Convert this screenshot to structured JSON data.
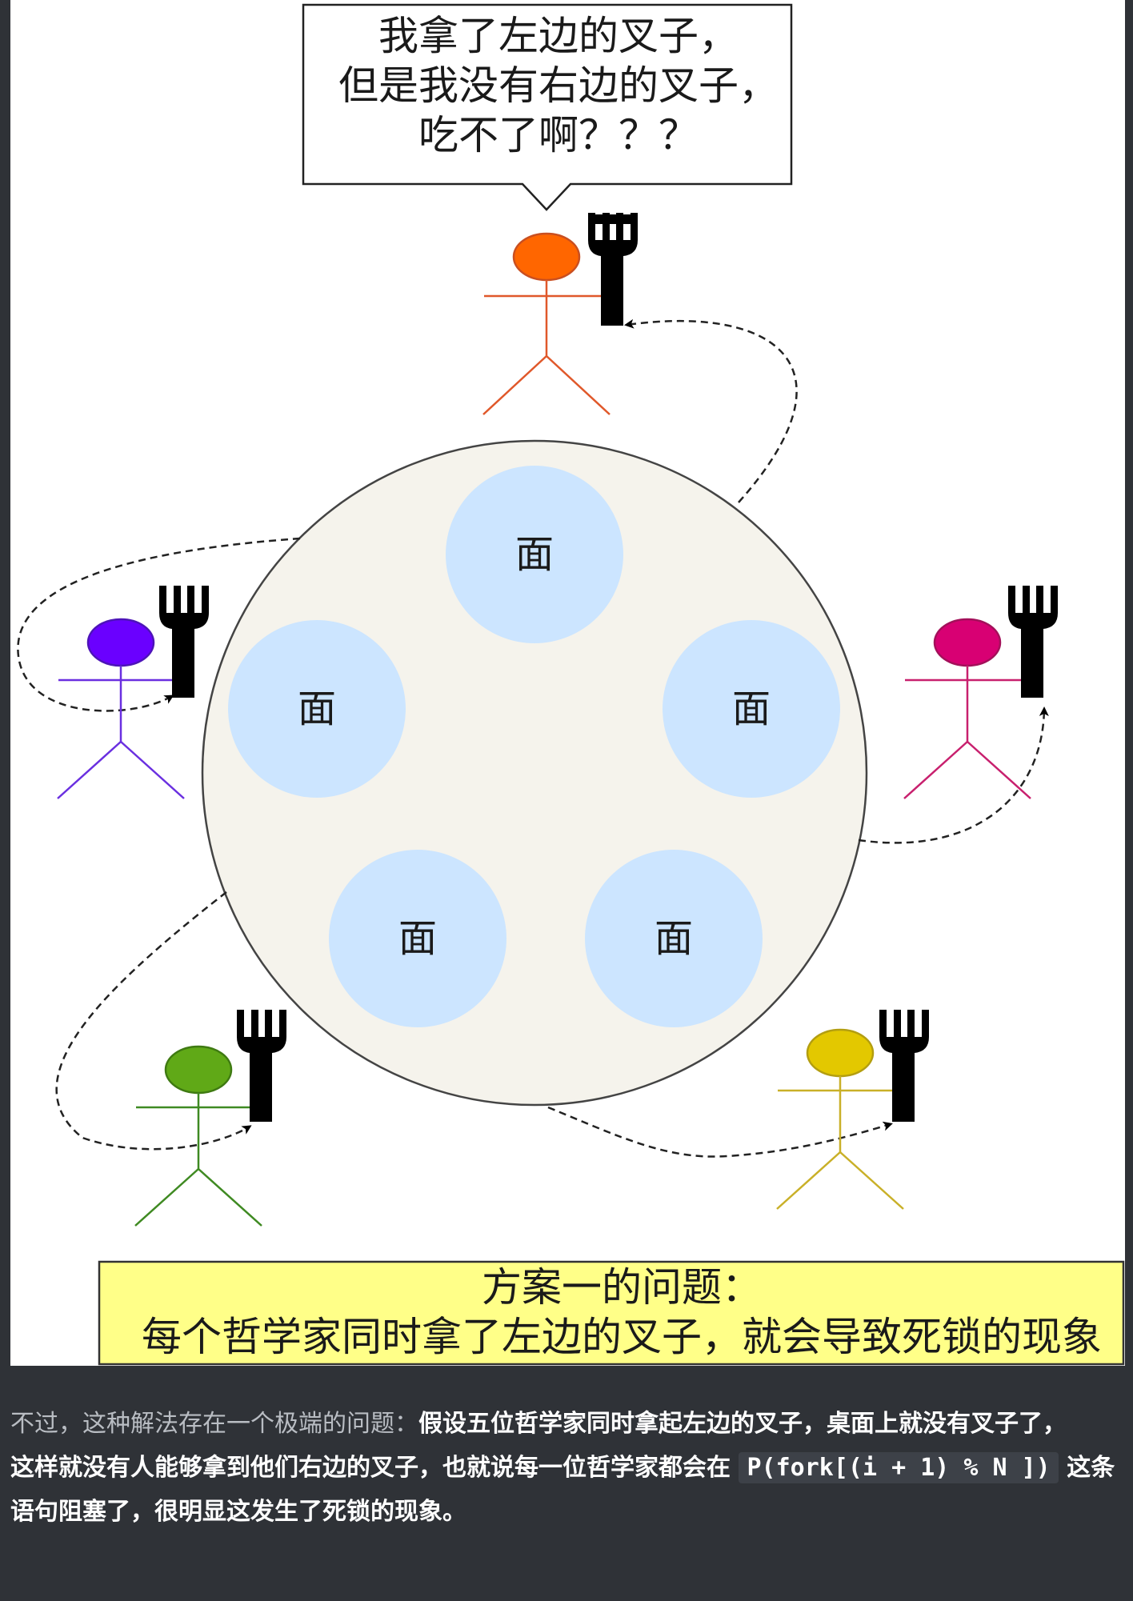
{
  "speech_bubble": {
    "text": "我拿了左边的叉子，\n但是我没有右边的叉子，\n吃不了啊？？？"
  },
  "table": {
    "plate_label": "面"
  },
  "philosophers": [
    {
      "position": "top",
      "color": "#ff6600",
      "stroke": "#e0582a"
    },
    {
      "position": "left",
      "color": "#6a00ff",
      "stroke": "#6a2fe0"
    },
    {
      "position": "right",
      "color": "#d80073",
      "stroke": "#c8206e"
    },
    {
      "position": "bottom-left",
      "color": "#60a917",
      "stroke": "#3f8a22"
    },
    {
      "position": "bottom-right",
      "color": "#e3c800",
      "stroke": "#c9b028"
    }
  ],
  "caption": {
    "text": "方案一的问题：\n每个哲学家同时拿了左边的叉子，就会导致死锁的现象",
    "background": "#ffff88"
  },
  "paragraph": {
    "intro": "不过，这种解法存在一个极端的问题：",
    "bold_1": "假设五位哲学家同时拿起左边的叉子，桌面上就没有叉子了，",
    "bold_2": "这样就没有人能够拿到他们右边的叉子，也就说每一位哲学家都会在 ",
    "code": "P(fork[(i + 1) % N ])",
    "bold_3": " 这条语句阻塞了，很明显这发生了死锁的现象。"
  }
}
